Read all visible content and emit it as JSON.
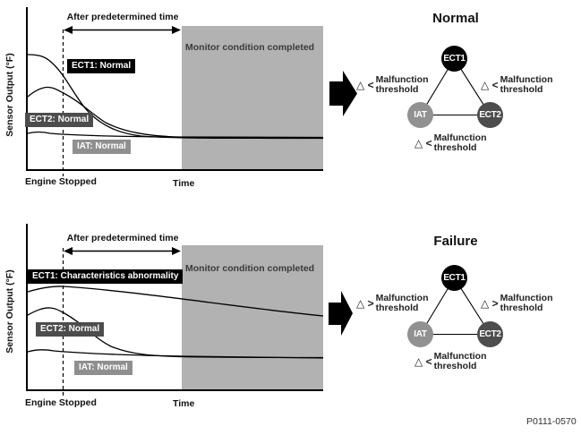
{
  "figure_code": "P0111-0570",
  "colors": {
    "gray_region": "#b2b2b2",
    "ect1_black": "#000000",
    "ect2_dark_gray": "#4d4d4d",
    "iat_gray": "#919191",
    "monitor_text": "#3a3a3a"
  },
  "panels": [
    {
      "graph": {
        "y_axis_label": "Sensor Output (°F)",
        "after_time_label": "After predetermined time",
        "monitor_label": "Monitor condition completed",
        "ect1_label": "ECT1: Normal",
        "ect2_label": "ECT2: Normal",
        "iat_label": "IAT: Normal",
        "engine_stopped_label": "Engine Stopped",
        "time_label": "Time"
      },
      "result": {
        "title": "Normal",
        "nodes": {
          "top": "ECT1",
          "bottom_left": "IAT",
          "bottom_right": "ECT2"
        },
        "thresholds": {
          "left": {
            "symbol": "△ <",
            "line1": "Malfunction",
            "line2": "threshold"
          },
          "right": {
            "symbol": "△ <",
            "line1": "Malfunction",
            "line2": "threshold"
          },
          "bottom": {
            "symbol": "△ <",
            "line1": "Malfunction",
            "line2": "threshold"
          }
        }
      }
    },
    {
      "graph": {
        "y_axis_label": "Sensor Output (°F)",
        "after_time_label": "After predetermined time",
        "monitor_label": "Monitor condition completed",
        "ect1_label": "ECT1: Characteristics abnormality",
        "ect2_label": "ECT2: Normal",
        "iat_label": "IAT: Normal",
        "engine_stopped_label": "Engine Stopped",
        "time_label": "Time"
      },
      "result": {
        "title": "Failure",
        "nodes": {
          "top": "ECT1",
          "bottom_left": "IAT",
          "bottom_right": "ECT2"
        },
        "thresholds": {
          "left": {
            "symbol": "△ >",
            "line1": "Malfunction",
            "line2": "threshold"
          },
          "right": {
            "symbol": "△ >",
            "line1": "Malfunction",
            "line2": "threshold"
          },
          "bottom": {
            "symbol": "△ <",
            "line1": "Malfunction",
            "line2": "threshold"
          }
        }
      }
    }
  ]
}
